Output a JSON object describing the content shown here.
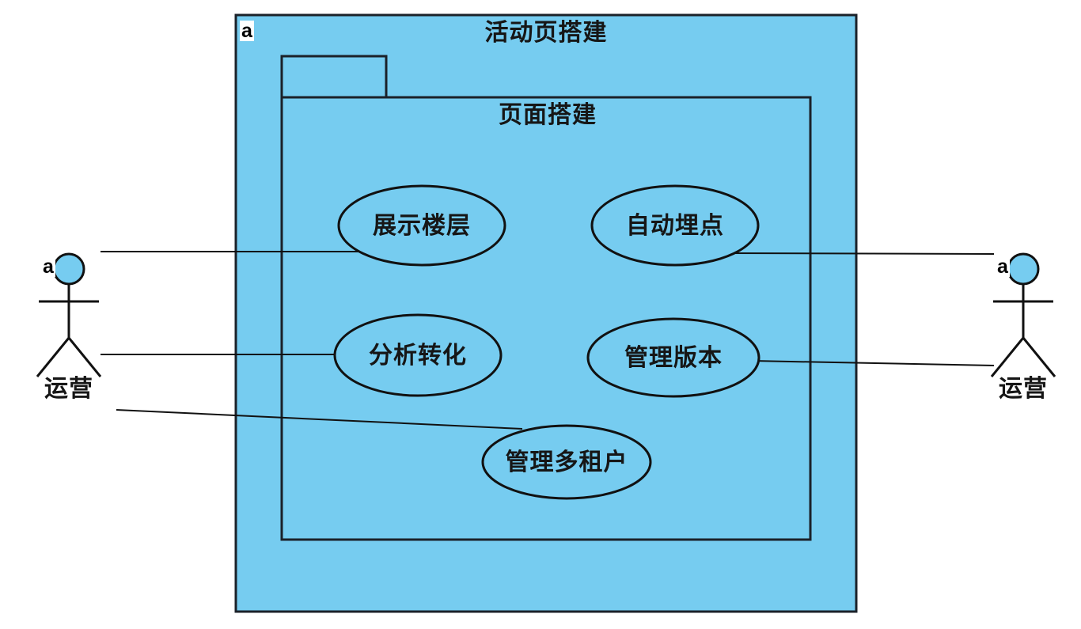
{
  "diagram": {
    "system": {
      "badge": "a",
      "title": "活动页搭建"
    },
    "package": {
      "title": "页面搭建"
    },
    "use_cases": [
      {
        "id": "display-floor",
        "label": "展示楼层"
      },
      {
        "id": "auto-tracking",
        "label": "自动埋点"
      },
      {
        "id": "analyze-conversion",
        "label": "分析转化"
      },
      {
        "id": "manage-versions",
        "label": "管理版本"
      },
      {
        "id": "manage-multitenant",
        "label": "管理多租户"
      }
    ],
    "actors": {
      "left": {
        "badge": "a",
        "label": "运营"
      },
      "right": {
        "badge": "a",
        "label": "运营"
      }
    },
    "colors": {
      "shape_fill": "#76CCF0",
      "boundary_stroke": "#1B2129",
      "ellipse_stroke": "#111111",
      "line_stroke": "#111111",
      "background": "#FFFFFF",
      "text": "#161616"
    }
  }
}
